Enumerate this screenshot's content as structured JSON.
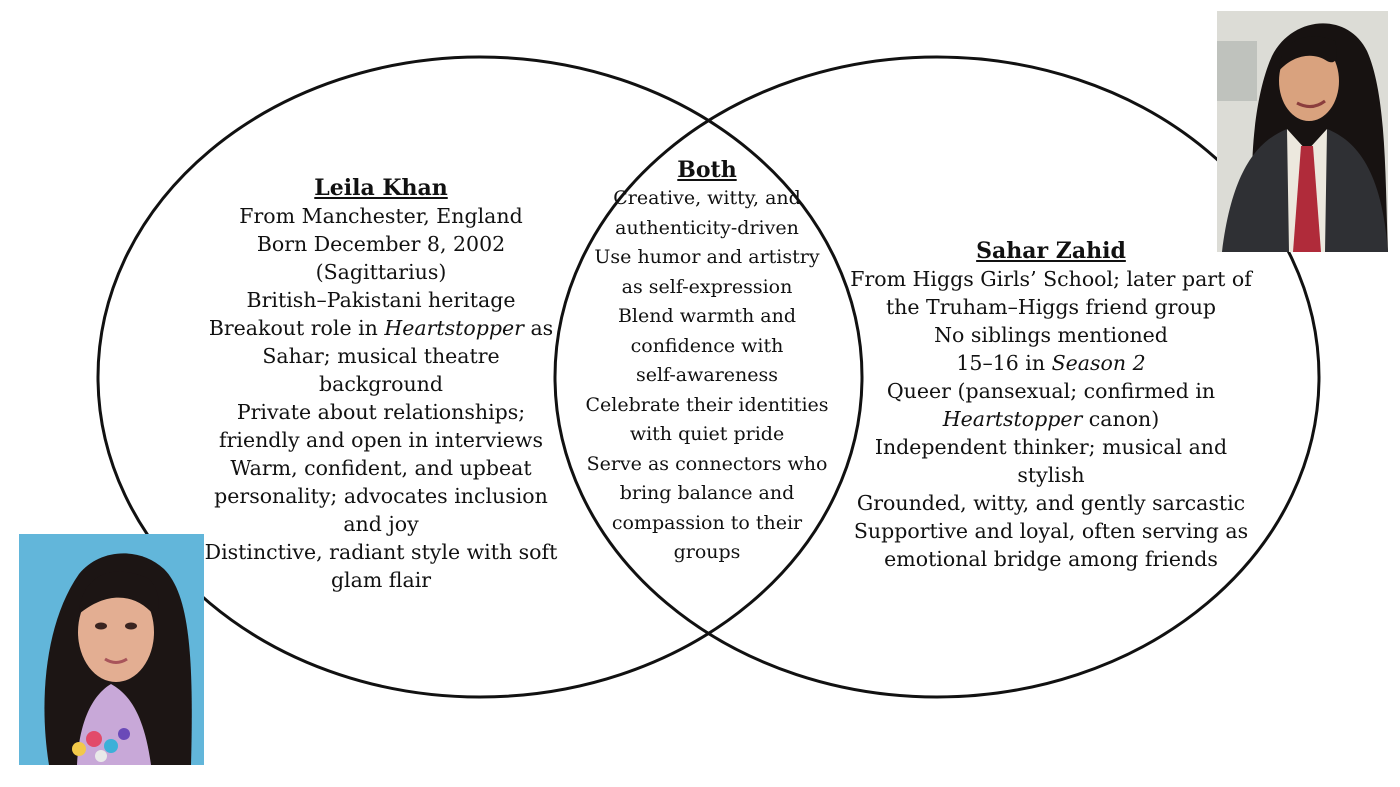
{
  "left_circle": {
    "heading": "Leila Khan",
    "lines": [
      "From Manchester, England",
      "Born December 8, 2002",
      "(Sagittarius)",
      "British–Pakistani heritage",
      [
        "Breakout role in ",
        "Heartstopper",
        " as"
      ],
      "Sahar; musical theatre",
      "background",
      "Private about relationships;",
      "friendly and open in interviews",
      "Warm, confident, and upbeat",
      "personality; advocates inclusion",
      "and joy",
      "Distinctive, radiant style with soft",
      "glam flair"
    ]
  },
  "overlap": {
    "heading": "Both",
    "lines": [
      "Creative, witty, and",
      "authenticity-driven",
      "Use humor and artistry",
      "as self-expression",
      "Blend warmth and",
      "confidence with",
      "self-awareness",
      "Celebrate their identities",
      "with quiet pride",
      "Serve as connectors who",
      "bring balance and",
      "compassion to their",
      "groups"
    ]
  },
  "right_circle": {
    "heading": "Sahar Zahid",
    "lines": [
      "From Higgs Girls’ School; later part of",
      "the Truham–Higgs friend group",
      "No siblings mentioned",
      [
        "15–16 in ",
        "Season 2",
        ""
      ],
      "Queer (pansexual; confirmed in",
      [
        "",
        "Heartstopper",
        " canon)"
      ],
      "Independent thinker; musical and",
      "stylish",
      "Grounded, witty, and gently sarcastic",
      "Supportive and loyal, often serving as",
      "emotional bridge among friends"
    ]
  },
  "photos": {
    "leila_background": "#5fb5d9",
    "sahar_background": "#d9d9d4"
  }
}
